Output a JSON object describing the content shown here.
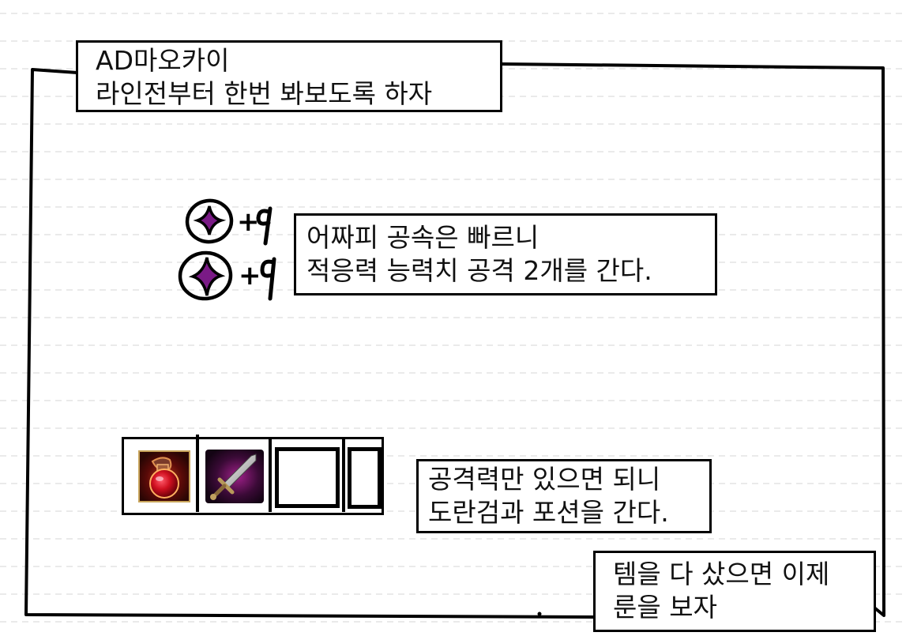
{
  "captions": {
    "intro": {
      "lines": [
        "AD마오카이",
        "라인전부터 한번 봐보도록 하자"
      ]
    },
    "runes": {
      "lines": [
        "어짜피 공속은 빠르니",
        "적응력 능력치 공격 2개를 간다."
      ]
    },
    "items": {
      "lines": [
        "공격력만 있으면 되니",
        "도란검과 포션을 간다."
      ]
    },
    "outro": {
      "lines": [
        "템을 다 샀으면 이제",
        "룬을 보자"
      ]
    }
  },
  "stat_shards": [
    {
      "icon": "adaptive-force-shard-icon",
      "value": "+9"
    },
    {
      "icon": "adaptive-force-shard-icon",
      "value": "+9"
    }
  ],
  "inventory": {
    "slots": [
      {
        "icon": "health-potion-icon",
        "filled": true
      },
      {
        "icon": "dorans-blade-icon",
        "filled": true
      },
      {
        "icon": "empty-slot",
        "filled": false
      },
      {
        "icon": "empty-slot",
        "filled": false
      }
    ]
  },
  "colors": {
    "shard_purple": "#7a1a86",
    "guide_line": "#dcdcdc",
    "ink": "#000000"
  }
}
